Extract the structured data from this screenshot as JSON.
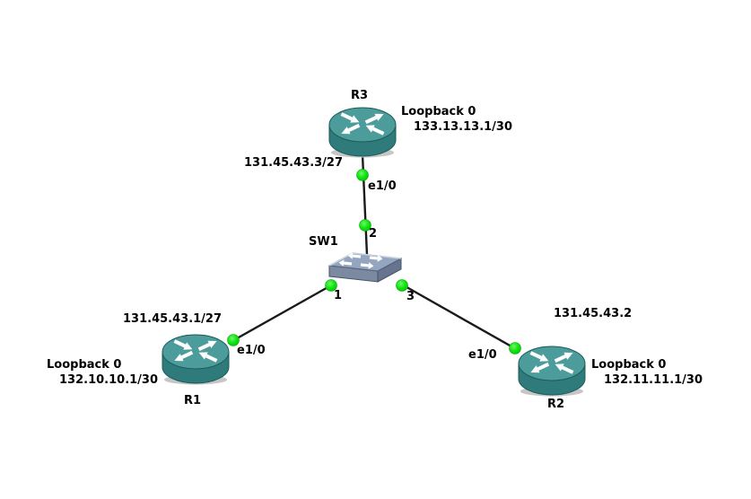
{
  "topology": {
    "switch": {
      "name": "SW1",
      "ports": {
        "to_r1": "1",
        "to_r3": "2",
        "to_r2": "3"
      }
    },
    "routers": [
      {
        "name": "R1",
        "interface_label": "e1/0",
        "interface_ip": "131.45.43.1/27",
        "loopback_label": "Loopback 0",
        "loopback_ip": "132.10.10.1/30"
      },
      {
        "name": "R2",
        "interface_label": "e1/0",
        "interface_ip": "131.45.43.2",
        "loopback_label": "Loopback 0",
        "loopback_ip": "132.11.11.1/30"
      },
      {
        "name": "R3",
        "interface_label": "e1/0",
        "interface_ip": "131.45.43.3/27",
        "loopback_label": "Loopback 0",
        "loopback_ip": "133.13.13.1/30"
      }
    ],
    "links": [
      {
        "from": "SW1 port 2",
        "to": "R3 e1/0"
      },
      {
        "from": "SW1 port 1",
        "to": "R1 e1/0"
      },
      {
        "from": "SW1 port 3",
        "to": "R2 e1/0"
      }
    ],
    "colors": {
      "router_body": "#2f7b7b",
      "router_top": "#4d9c9c",
      "switch_top": "#93a5bf",
      "switch_front": "#7b8aa1",
      "switch_side": "#66758d",
      "link_line": "#1a1a1a",
      "port_dot": "#0ce00c",
      "label_text": "#000000",
      "background": "#ffffff"
    }
  }
}
